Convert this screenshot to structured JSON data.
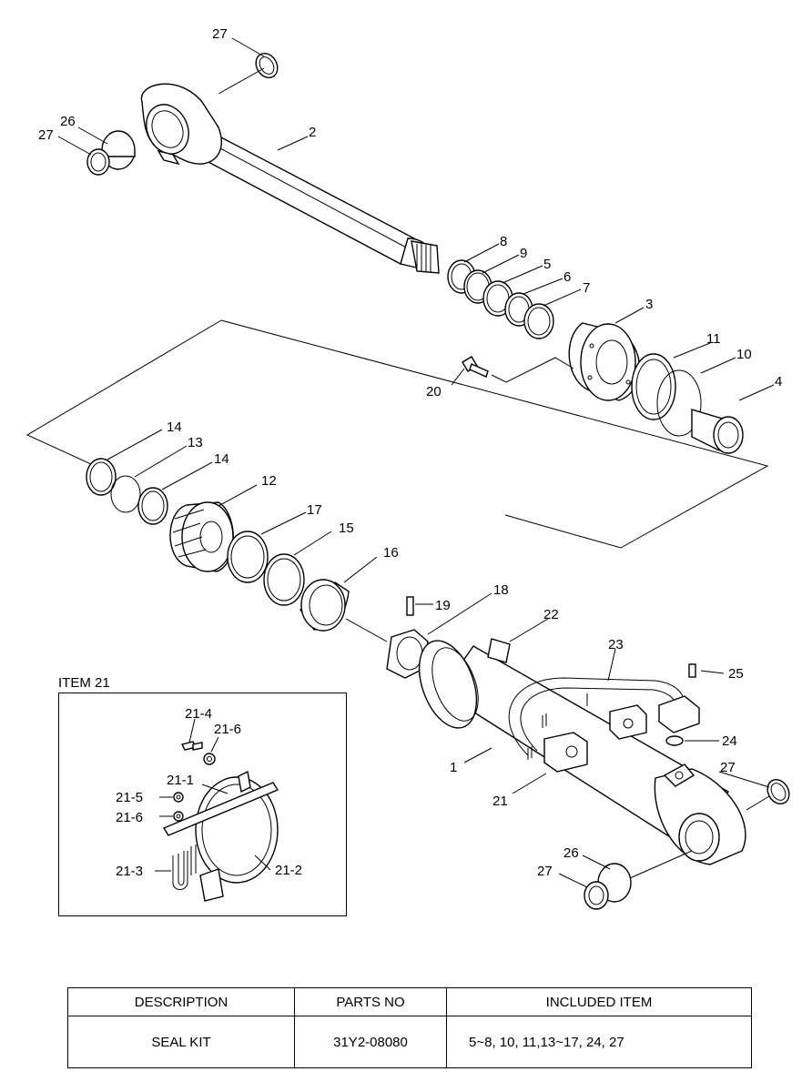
{
  "callouts": [
    "27",
    "26",
    "27",
    "2",
    "8",
    "9",
    "5",
    "6",
    "7",
    "3",
    "11",
    "10",
    "4",
    "20",
    "14",
    "13",
    "14",
    "12",
    "17",
    "15",
    "16",
    "19",
    "18",
    "22",
    "23",
    "25",
    "24",
    "1",
    "27",
    "21",
    "26",
    "27"
  ],
  "inset": {
    "title": "ITEM 21",
    "callouts": [
      "21-4",
      "21-6",
      "21-1",
      "21-5",
      "21-6",
      "21-3",
      "21-2"
    ]
  },
  "table": {
    "headers": [
      "DESCRIPTION",
      "PARTS NO",
      "INCLUDED ITEM"
    ],
    "rows": [
      {
        "description": "SEAL KIT",
        "parts_no": "31Y2-08080",
        "included": "5~8, 10, 11,13~17, 24, 27"
      }
    ]
  }
}
